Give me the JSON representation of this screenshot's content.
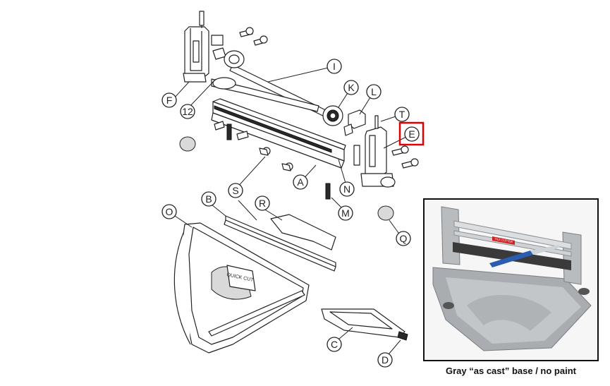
{
  "diagram": {
    "callouts": {
      "I": "I",
      "K": "K",
      "L": "L",
      "T": "T",
      "E": "E",
      "F": "F",
      "12": "12",
      "A": "A",
      "N": "N",
      "S": "S",
      "B": "B",
      "R": "R",
      "M": "M",
      "O": "O",
      "Q": "Q",
      "C": "C",
      "D": "D"
    },
    "highlighted_callout": "E",
    "highlight_color": "#e00000",
    "base_stamp": "QUICK CUT"
  },
  "photo": {
    "caption": "Gray “as cast” base / no paint",
    "blade_label": "TILE CUTTER"
  }
}
